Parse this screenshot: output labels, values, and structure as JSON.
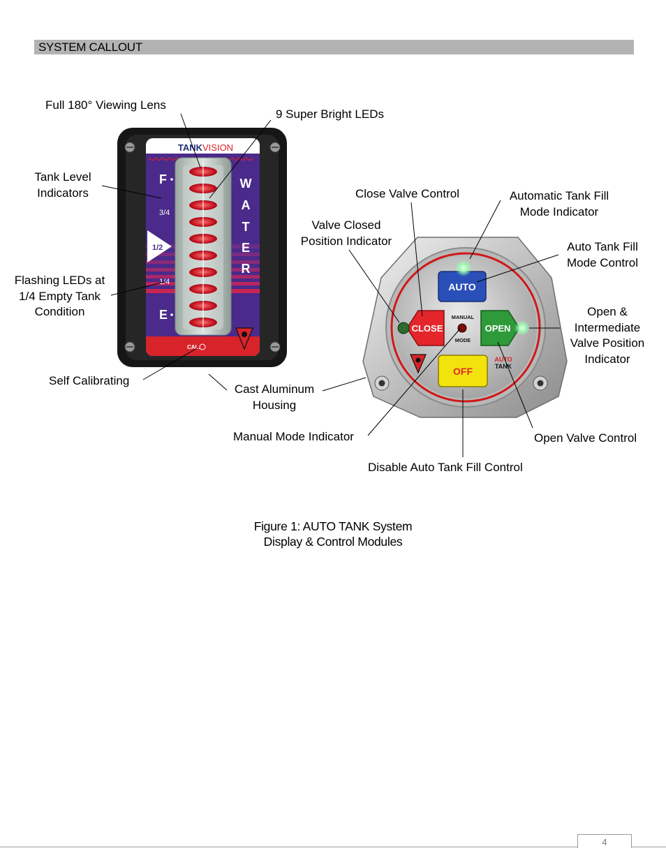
{
  "section_title": "SYSTEM CALLOUT",
  "display_module": {
    "brand_bold": "TANK",
    "brand_light": "VISION",
    "level_marks": [
      "F",
      "3/4",
      "1/2",
      "1/4",
      "E"
    ],
    "water_letters": [
      "W",
      "A",
      "T",
      "E",
      "R"
    ],
    "cal_label": "CAL."
  },
  "control_module": {
    "buttons": {
      "auto": "AUTO",
      "close": "CLOSE",
      "open": "OPEN",
      "off": "OFF"
    },
    "manual_mode_line1": "MANUAL",
    "manual_mode_line2": "MODE",
    "logo_line1": "AUTO",
    "logo_line2": "TANK"
  },
  "callouts": {
    "viewing_lens": "Full 180° Viewing Lens",
    "super_bright_leds": "9 Super Bright LEDs",
    "tank_level_1": "Tank Level",
    "tank_level_2": "Indicators",
    "flashing_1": "Flashing LEDs at",
    "flashing_2": "1/4 Empty Tank",
    "flashing_3": "Condition",
    "self_calibrating": "Self Calibrating",
    "cast_aluminum_1": "Cast Aluminum",
    "cast_aluminum_2": "Housing",
    "close_valve_control": "Close Valve Control",
    "auto_fill_indicator_1": "Automatic Tank Fill",
    "auto_fill_indicator_2": "Mode Indicator",
    "valve_closed_1": "Valve Closed",
    "valve_closed_2": "Position Indicator",
    "auto_fill_control_1": "Auto Tank Fill",
    "auto_fill_control_2": "Mode Control",
    "open_intermediate_1": "Open &",
    "open_intermediate_2": "Intermediate",
    "open_intermediate_3": "Valve Position",
    "open_intermediate_4": "Indicator",
    "manual_mode_indicator": "Manual Mode Indicator",
    "open_valve_control": "Open Valve Control",
    "disable_auto_fill": "Disable Auto Tank Fill Control"
  },
  "caption_line1": "Figure 1: AUTO TANK System",
  "caption_line2": "Display & Control Modules",
  "page_number": "4",
  "colors": {
    "display_panel": "#4a2a8a",
    "red_band": "#d8232a",
    "auto_blue": "#2a4fb8",
    "open_green": "#2f9a3a",
    "off_yellow": "#f2e30c"
  }
}
